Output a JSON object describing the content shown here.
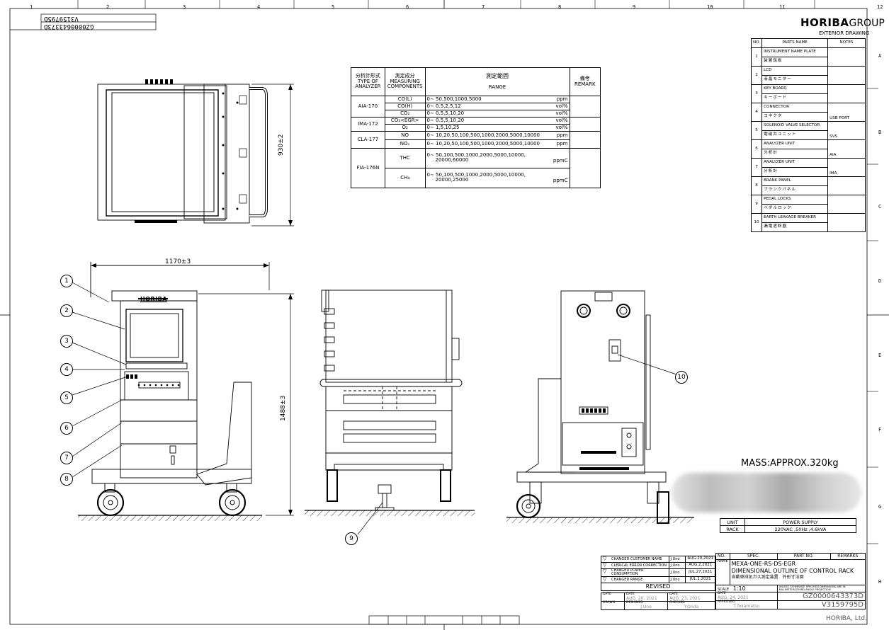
{
  "doc": {
    "company": "HORIBA",
    "company_suffix": "GROUP",
    "subtitle": "EXTERIOR DRAWING",
    "drawing_no": "GZ0000643373D",
    "version_no": "V3159795D",
    "mass": "MASS:APPROX.320kg",
    "footer_company": "HORIBA, Ltd."
  },
  "zones": {
    "cols": [
      "1",
      "2",
      "3",
      "4",
      "5",
      "6",
      "7",
      "8",
      "9",
      "10",
      "11",
      "12"
    ],
    "rows": [
      "A",
      "B",
      "C",
      "D",
      "E",
      "F",
      "G",
      "H"
    ]
  },
  "dims": {
    "width": "1170±3",
    "height": "1488±3",
    "depth": "930±2"
  },
  "balloons": [
    "1",
    "2",
    "3",
    "4",
    "5",
    "6",
    "7",
    "8",
    "9",
    "10"
  ],
  "logo_on_rack": "HORIBA",
  "spec_table": {
    "headers": {
      "type_jp": "分析計形式",
      "type_en1": "TYPE OF",
      "type_en2": "ANALYZER",
      "comp_jp": "測定成分",
      "comp_en1": "MEASURING",
      "comp_en2": "COMPONENTS",
      "range_jp": "測定範囲",
      "range_en": "RANGE",
      "remark_jp": "備考",
      "remark_en": "REMARK"
    },
    "rows": [
      {
        "analyzer": "AIA-170",
        "comp": "CO(L)",
        "range": "0∼ 50,500,1000,5000",
        "unit": "ppm"
      },
      {
        "analyzer": "",
        "comp": "CO(H)",
        "range": "0∼ 0.5,2,5,12",
        "unit": "vol%"
      },
      {
        "analyzer": "",
        "comp": "CO₂",
        "range": "0∼ 0.5,5,10,20",
        "unit": "vol%"
      },
      {
        "analyzer": "IMA-172",
        "comp": "CO₂<EGR>",
        "range": "0∼ 0.5,5,10,20",
        "unit": "vol%"
      },
      {
        "analyzer": "",
        "comp": "O₂",
        "range": "0∼ 1,5,10,25",
        "unit": "vol%"
      },
      {
        "analyzer": "CLA-177",
        "comp": "NO",
        "range": "0∼ 10,20,50,100,500,1000,2000,5000,10000",
        "unit": "ppm"
      },
      {
        "analyzer": "",
        "comp": "NOₓ",
        "range": "0∼ 10,20,50,100,500,1000,2000,5000,10000",
        "unit": "ppm"
      },
      {
        "analyzer": "FIA-176N",
        "comp": "THC",
        "range": "0∼ 50,100,500,1000,2000,5000,10000,",
        "range2": "20000,60000",
        "unit": "ppmC"
      },
      {
        "analyzer": "",
        "comp": "CH₄",
        "range": "0∼ 50,100,500,1000,2000,5000,10000,",
        "range2": "20000,25000",
        "unit": "ppmC"
      }
    ]
  },
  "parts": {
    "header_no": "NO.",
    "header_name": "PARTS NAME",
    "header_notes": "NOTES",
    "items": [
      {
        "no": "1",
        "en": "INSTRUMENT NAME PLATE",
        "jp": "装置銘板",
        "notes": ""
      },
      {
        "no": "2",
        "en": "LCD",
        "jp": "液晶モニター",
        "notes": ""
      },
      {
        "no": "3",
        "en": "KEY BOARD",
        "jp": "キーボード",
        "notes": ""
      },
      {
        "no": "4",
        "en": "CONNECTOR",
        "jp": "コネクタ",
        "notes": "USB PORT"
      },
      {
        "no": "5",
        "en": "SOLENOID VALVE SELECTOR",
        "jp": "電磁弁ユニット",
        "notes": "SVS"
      },
      {
        "no": "6",
        "en": "ANALYZER UNIT",
        "jp": "分析計",
        "notes": "AIA"
      },
      {
        "no": "7",
        "en": "ANALYZER UNIT",
        "jp": "分析計",
        "notes": "IMA"
      },
      {
        "no": "8",
        "en": "BRANK PANEL",
        "jp": "ブランクパネル",
        "notes": ""
      },
      {
        "no": "9",
        "en": "PEDAL LOCKS",
        "jp": "ペダルロック",
        "notes": ""
      },
      {
        "no": "10",
        "en": "EARTH LEAKAGE BREAKER",
        "jp": "漏電遮断器",
        "notes": ""
      }
    ]
  },
  "power": {
    "unit_label": "UNIT",
    "supply_label": "POWER SUPPLY",
    "rack": "RACK",
    "value": "220VAC ,50Hz ,4.6kVA"
  },
  "revisions": [
    {
      "desc": "CHANGED CUSTOMER NAME",
      "by": "J.Uno",
      "date": "AUG.20,2021"
    },
    {
      "desc": "CLERICAL ERROR CORRECTION",
      "by": "J.Uno",
      "date": "AUG.2,2021"
    },
    {
      "desc": "CHANGED POWER CONSUMPTION",
      "by": "J.Uno",
      "date": "JUL.27,2021"
    },
    {
      "desc": "CHANGED RANGE",
      "by": "J.Uno",
      "date": "JUL.1,2021"
    }
  ],
  "revised_label": "REVISED",
  "title_block": {
    "no_label": "NO.",
    "spec_label": "SPEC.",
    "partno_label": "PART NO.",
    "remarks_label": "REMARKS",
    "name_label": "NAME",
    "name1": "MEXA-ONE-RS-DS-EGR",
    "name2": "DIMENSIONAL OUTLINE OF CONTROL RACK",
    "name3": "自動車排気ガス測定装置　外形寸法図",
    "scale_label": "SCALE",
    "scale": "1:10",
    "units_note": "UNLESS OTHERWISE SPECIFIED DIMENSIONS ARE IN MILLIMETERS/THIRD ANGLE PROJECTION",
    "date_label": "DATE",
    "drawn_label": "DRAWN",
    "designed_label": "DESIGNED",
    "checked_label": "CHECKED",
    "approved_label": "APPROVED",
    "date_designed": "AUG. 20, 2021",
    "date_checked": "AUG. 23, 2021",
    "date_approved": "AUG. 24, 2021",
    "designer": "J.Uno",
    "checker": "Y.Onda",
    "approver": "T.Tokamatsu"
  }
}
